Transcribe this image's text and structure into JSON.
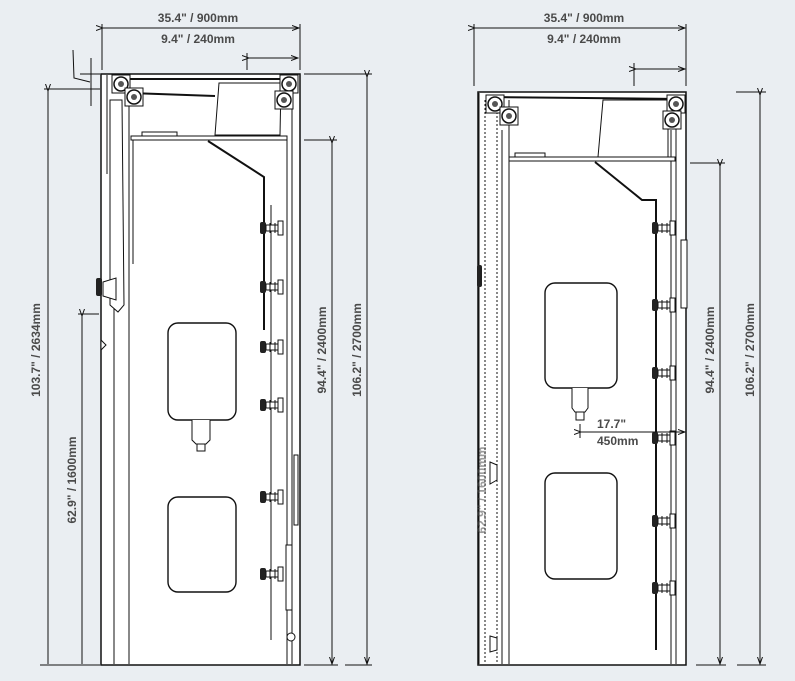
{
  "colors": {
    "background": "#eaeef2",
    "line": "#111111",
    "label": "#4a4a4a"
  },
  "left_view": {
    "width_label": "35.4\" / 900mm",
    "depth_label": "9.4\" / 240mm",
    "height_total_label": "103.7\" / 2634mm",
    "height_lower_label": "62.9\" / 1600mm",
    "height_inner_label": "94.4\" / 2400mm",
    "height_outer_label": "106.2\" / 2700mm"
  },
  "right_view": {
    "width_label": "35.4\" / 900mm",
    "depth_label": "9.4\" / 240mm",
    "height_inner_label": "94.4\" / 2400mm",
    "height_outer_label": "106.2\" / 2700mm",
    "reach_label_in": "17.7\"",
    "reach_label_mm": "450mm",
    "faded_label": "62.9\" / 1600mm"
  }
}
